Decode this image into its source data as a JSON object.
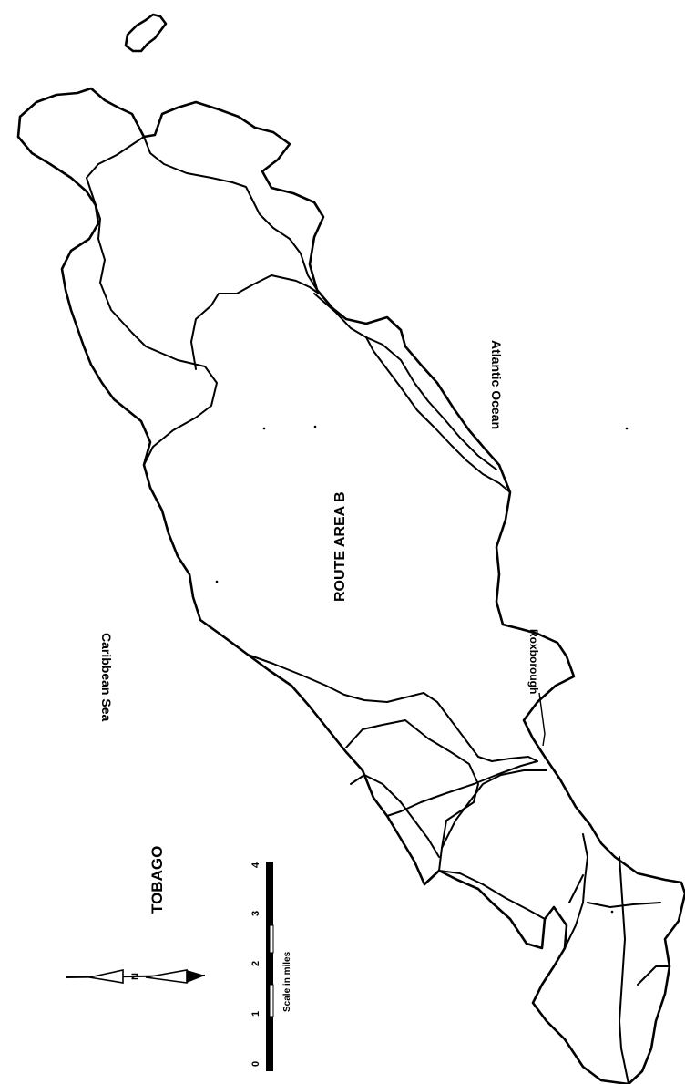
{
  "map": {
    "island_label": "TOBAGO",
    "area_label": "ROUTE AREA B",
    "sea_label_west": "Caribbean Sea",
    "sea_label_east": "Atlantic Ocean",
    "town_label": "Roxborough",
    "north_label": "N",
    "scale": {
      "title": "Scale in miles",
      "ticks": [
        "0",
        "1",
        "2",
        "3",
        "4"
      ]
    }
  }
}
